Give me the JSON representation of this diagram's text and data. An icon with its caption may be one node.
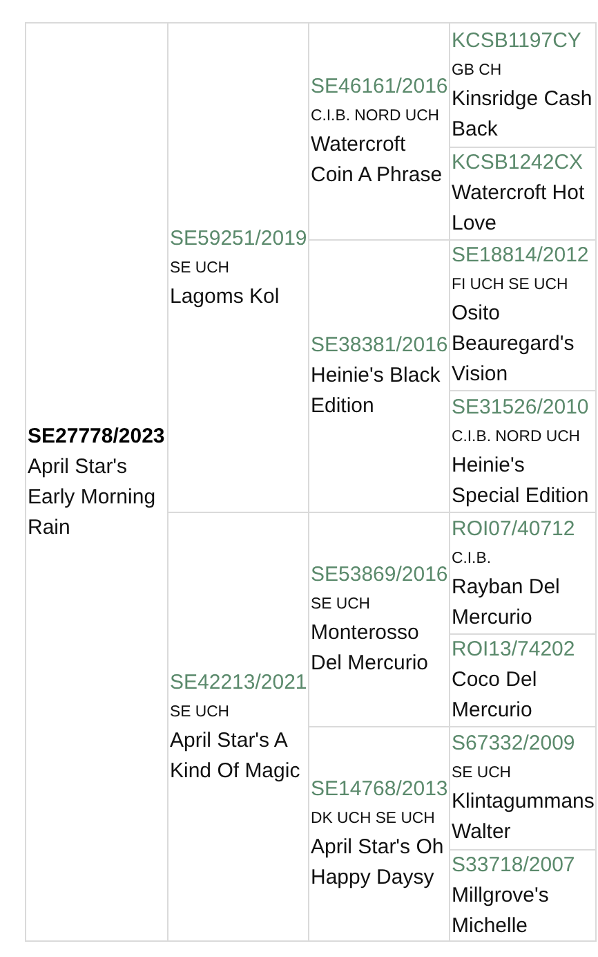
{
  "diagram": {
    "nodes": [
      {
        "text": [
          "SE27778/2023",
          "April Star's Early Morning Rain"
        ]
      },
      {
        "text": [
          "SE59251/2019",
          "SE UCH",
          "Lagoms Kol"
        ]
      },
      {
        "text": [
          "SE46161/2016",
          "C.I.B. NORD UCH",
          "Watercroft Coin A Phrase"
        ]
      },
      {
        "text": [
          "KCSB1197CY",
          "GB CH",
          "Kinsridge Cash Back"
        ]
      },
      {
        "text": [
          "KCSB1242CX",
          "Watercroft Hot Love"
        ]
      },
      {
        "text": [
          "SE38381/2016",
          "Heinie's Black Edition"
        ]
      },
      {
        "text": [
          "SE18814/2012",
          "FI UCH SE UCH",
          "Osito Beauregard's Vision"
        ]
      },
      {
        "text": [
          "SE31526/2010",
          "C.I.B. NORD UCH",
          "Heinie's Special Edition"
        ]
      },
      {
        "text": [
          "SE42213/2021",
          "SE UCH",
          "April Star's A Kind Of Magic"
        ]
      },
      {
        "text": [
          "SE53869/2016",
          "SE UCH",
          "Monterosso Del Mercurio"
        ]
      },
      {
        "text": [
          "ROI07/40712",
          "C.I.B.",
          "Rayban Del Mercurio"
        ]
      },
      {
        "text": [
          "ROI13/74202",
          "Coco Del Mercurio"
        ]
      },
      {
        "text": [
          "SE14768/2013",
          "DK UCH SE UCH",
          "April Star's Oh Happy Daysy"
        ]
      },
      {
        "text": [
          "S67332/2009",
          "SE UCH",
          "Klintagummans Walter"
        ]
      },
      {
        "text": [
          "S33718/2007",
          "Millgrove's Michelle"
        ]
      }
    ]
  }
}
